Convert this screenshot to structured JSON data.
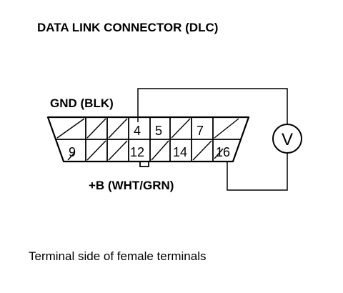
{
  "title": "DATA LINK CONNECTOR (DLC)",
  "labels": {
    "gnd": "GND (BLK)",
    "bplus": "+B (WHT/GRN)",
    "caption": "Terminal side of female terminals",
    "meter": "V"
  },
  "pins": {
    "top_row": [
      "",
      "",
      "",
      "4",
      "5",
      "",
      "7",
      ""
    ],
    "bottom_row": [
      "9",
      "",
      "",
      "12",
      "",
      "14",
      "",
      "16"
    ]
  },
  "meter_icon": "voltmeter-icon",
  "colors": {
    "ink": "#000000",
    "background": "#ffffff"
  }
}
